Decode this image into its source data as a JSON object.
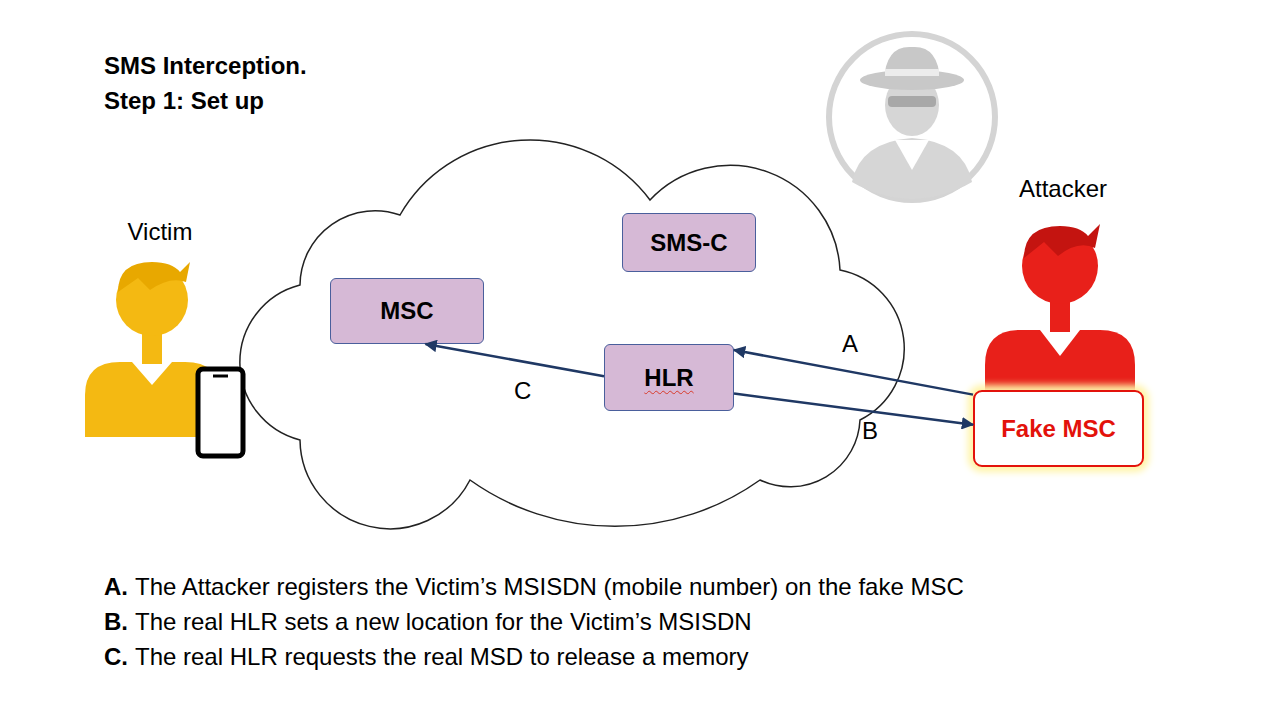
{
  "diagram": {
    "title": "SMS Interception. Step 1: Set up",
    "nodes": [
      {
        "text": [
          "SMS-C"
        ]
      },
      {
        "text": [
          "MSC"
        ]
      },
      {
        "text": [
          "HLR"
        ]
      },
      {
        "text": [
          "Fake MSC"
        ]
      }
    ],
    "edges": [
      {
        "from": 3,
        "to": 2,
        "arrow": "to",
        "label": "A"
      },
      {
        "from": 2,
        "to": 3,
        "arrow": "to",
        "label": "B"
      },
      {
        "from": 2,
        "to": 1,
        "arrow": "to",
        "label": "C"
      }
    ],
    "labels": [
      "Victim",
      "Attacker",
      "A.",
      "The Attacker registers the Victim’s MSISDN (mobile number) on the fake MSC",
      "B.",
      "The real HLR sets a new location for the Victim’s MSISDN",
      "C.",
      "The real HLR requests the real MSD to release a memory"
    ]
  }
}
